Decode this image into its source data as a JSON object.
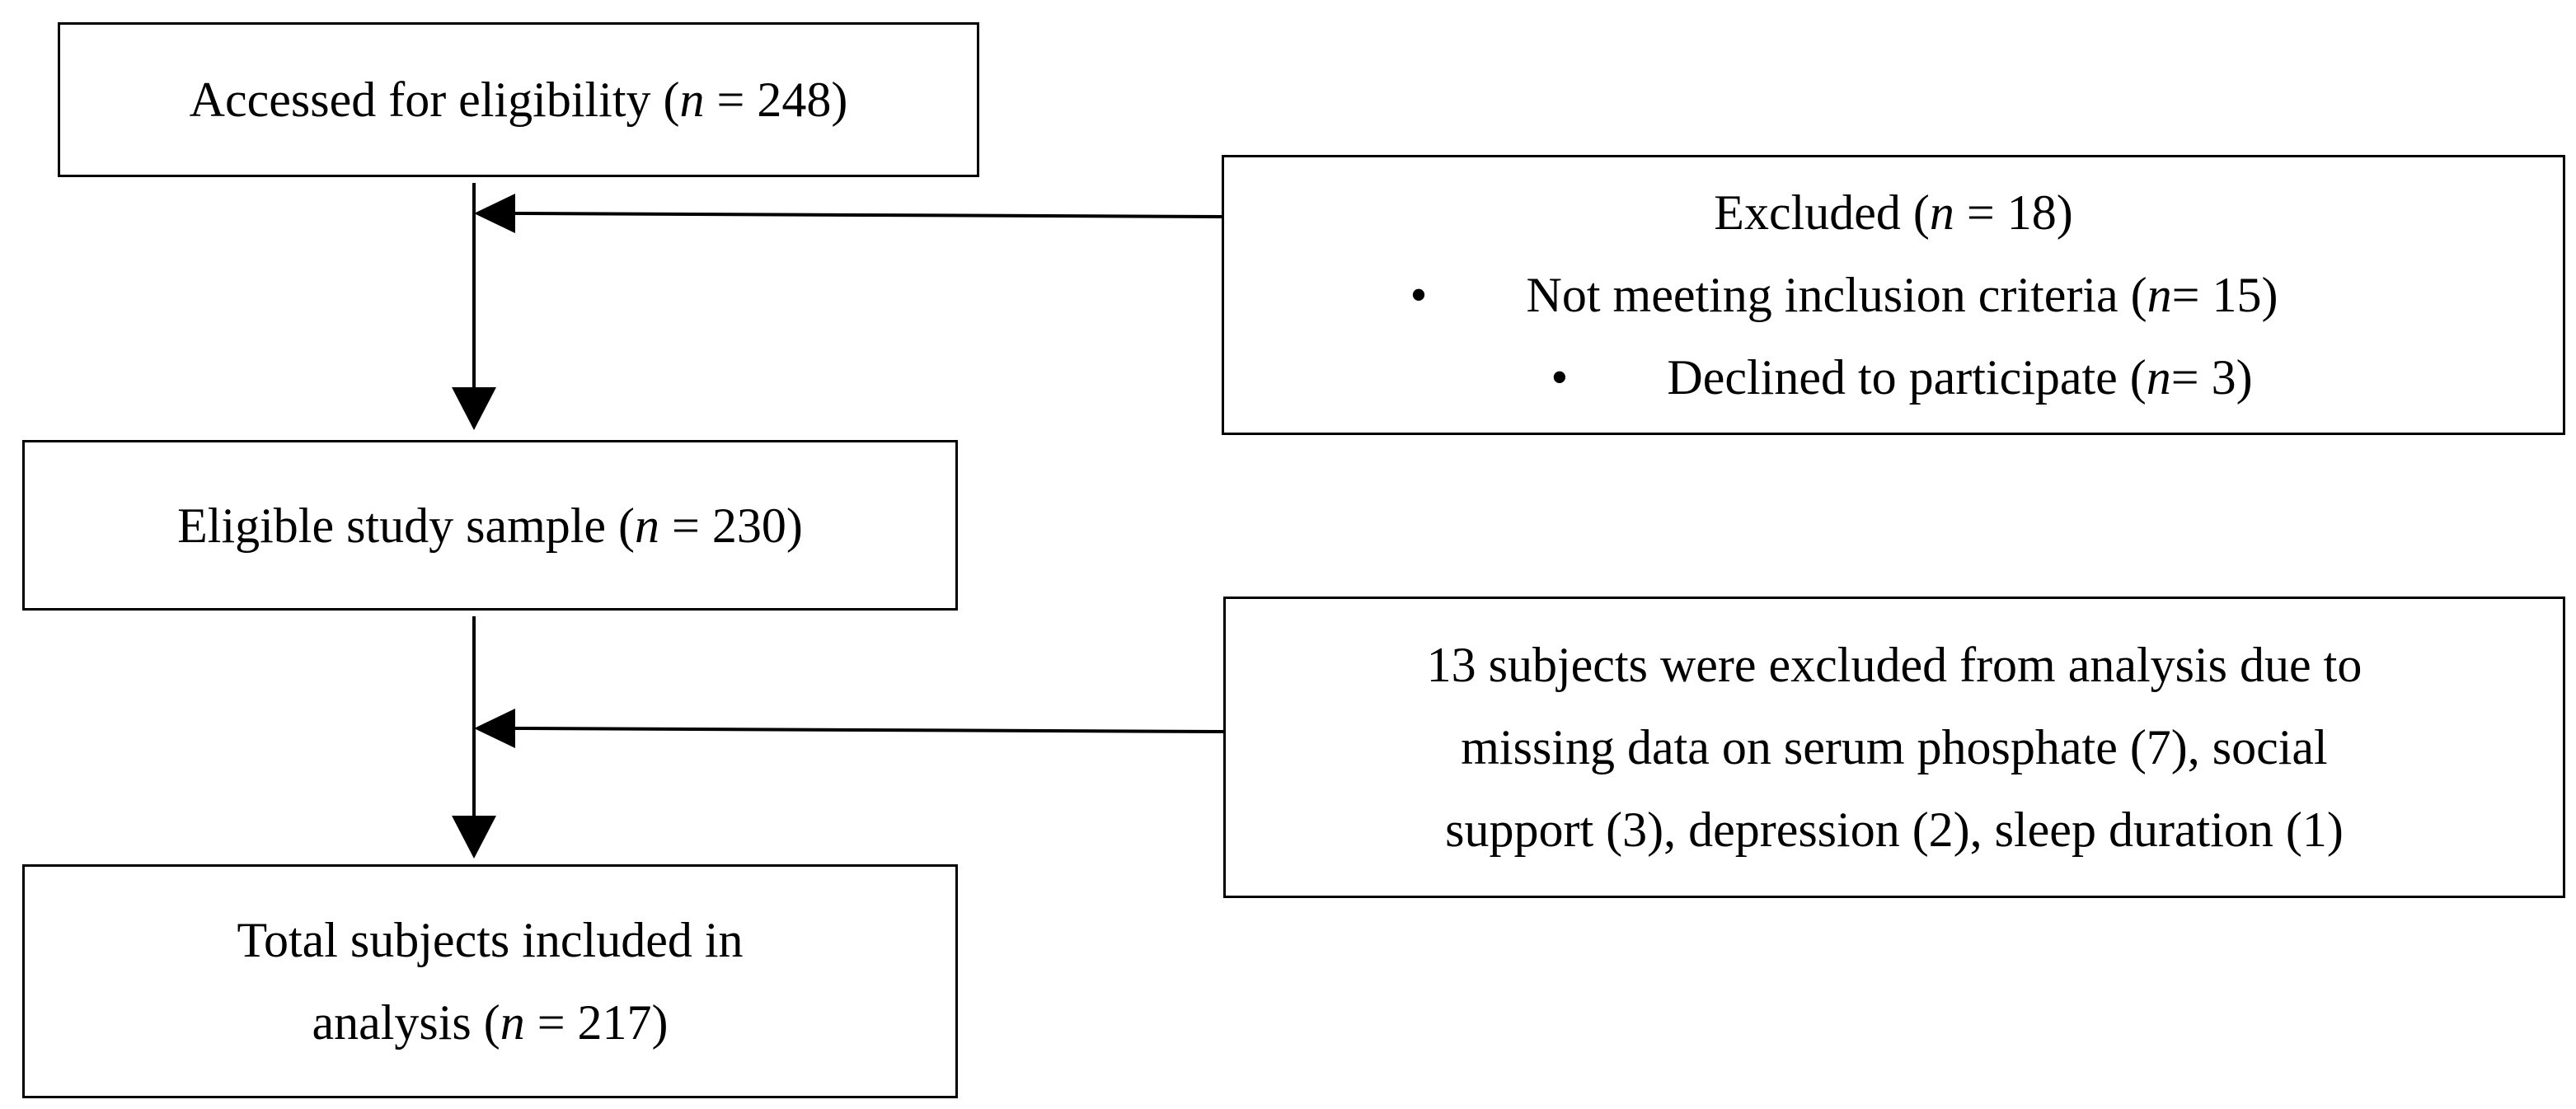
{
  "boxes": {
    "assessed": {
      "text_before": "Accessed for eligibility (",
      "n_symbol": "n",
      "text_after": " = 248)"
    },
    "excluded": {
      "title_before": "Excluded (",
      "title_n": "n",
      "title_after": " = 18)",
      "items": [
        {
          "before": "Not meeting inclusion criteria (",
          "n": "n",
          "after": " = 15)"
        },
        {
          "before": "Declined to participate (",
          "n": "n",
          "after": " = 3)"
        }
      ]
    },
    "eligible": {
      "text_before": "Eligible study sample (",
      "n_symbol": "n",
      "text_after": " = 230)"
    },
    "missing": {
      "lines": [
        "13 subjects were excluded from analysis due to",
        "missing data on serum phosphate (7), social",
        "support (3), depression (2), sleep duration (1)"
      ]
    },
    "total": {
      "line1": "Total subjects included in",
      "line2_before": "analysis (",
      "line2_n": "n",
      "line2_after": " = 217)"
    }
  },
  "bullet_glyph": "•",
  "colors": {
    "stroke": "#000000",
    "background": "#ffffff",
    "text": "#000000"
  }
}
